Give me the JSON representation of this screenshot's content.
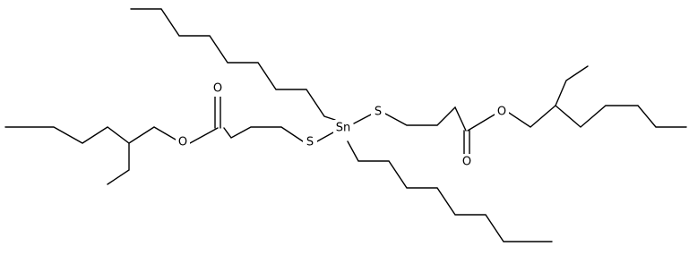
{
  "atoms": {
    "tin": "Sn",
    "sulfur_left": "S",
    "sulfur_right": "S",
    "ester_oxygen_left": "O",
    "carbonyl_oxygen_left": "O",
    "ester_oxygen_right": "O",
    "carbonyl_oxygen_right": "O"
  }
}
